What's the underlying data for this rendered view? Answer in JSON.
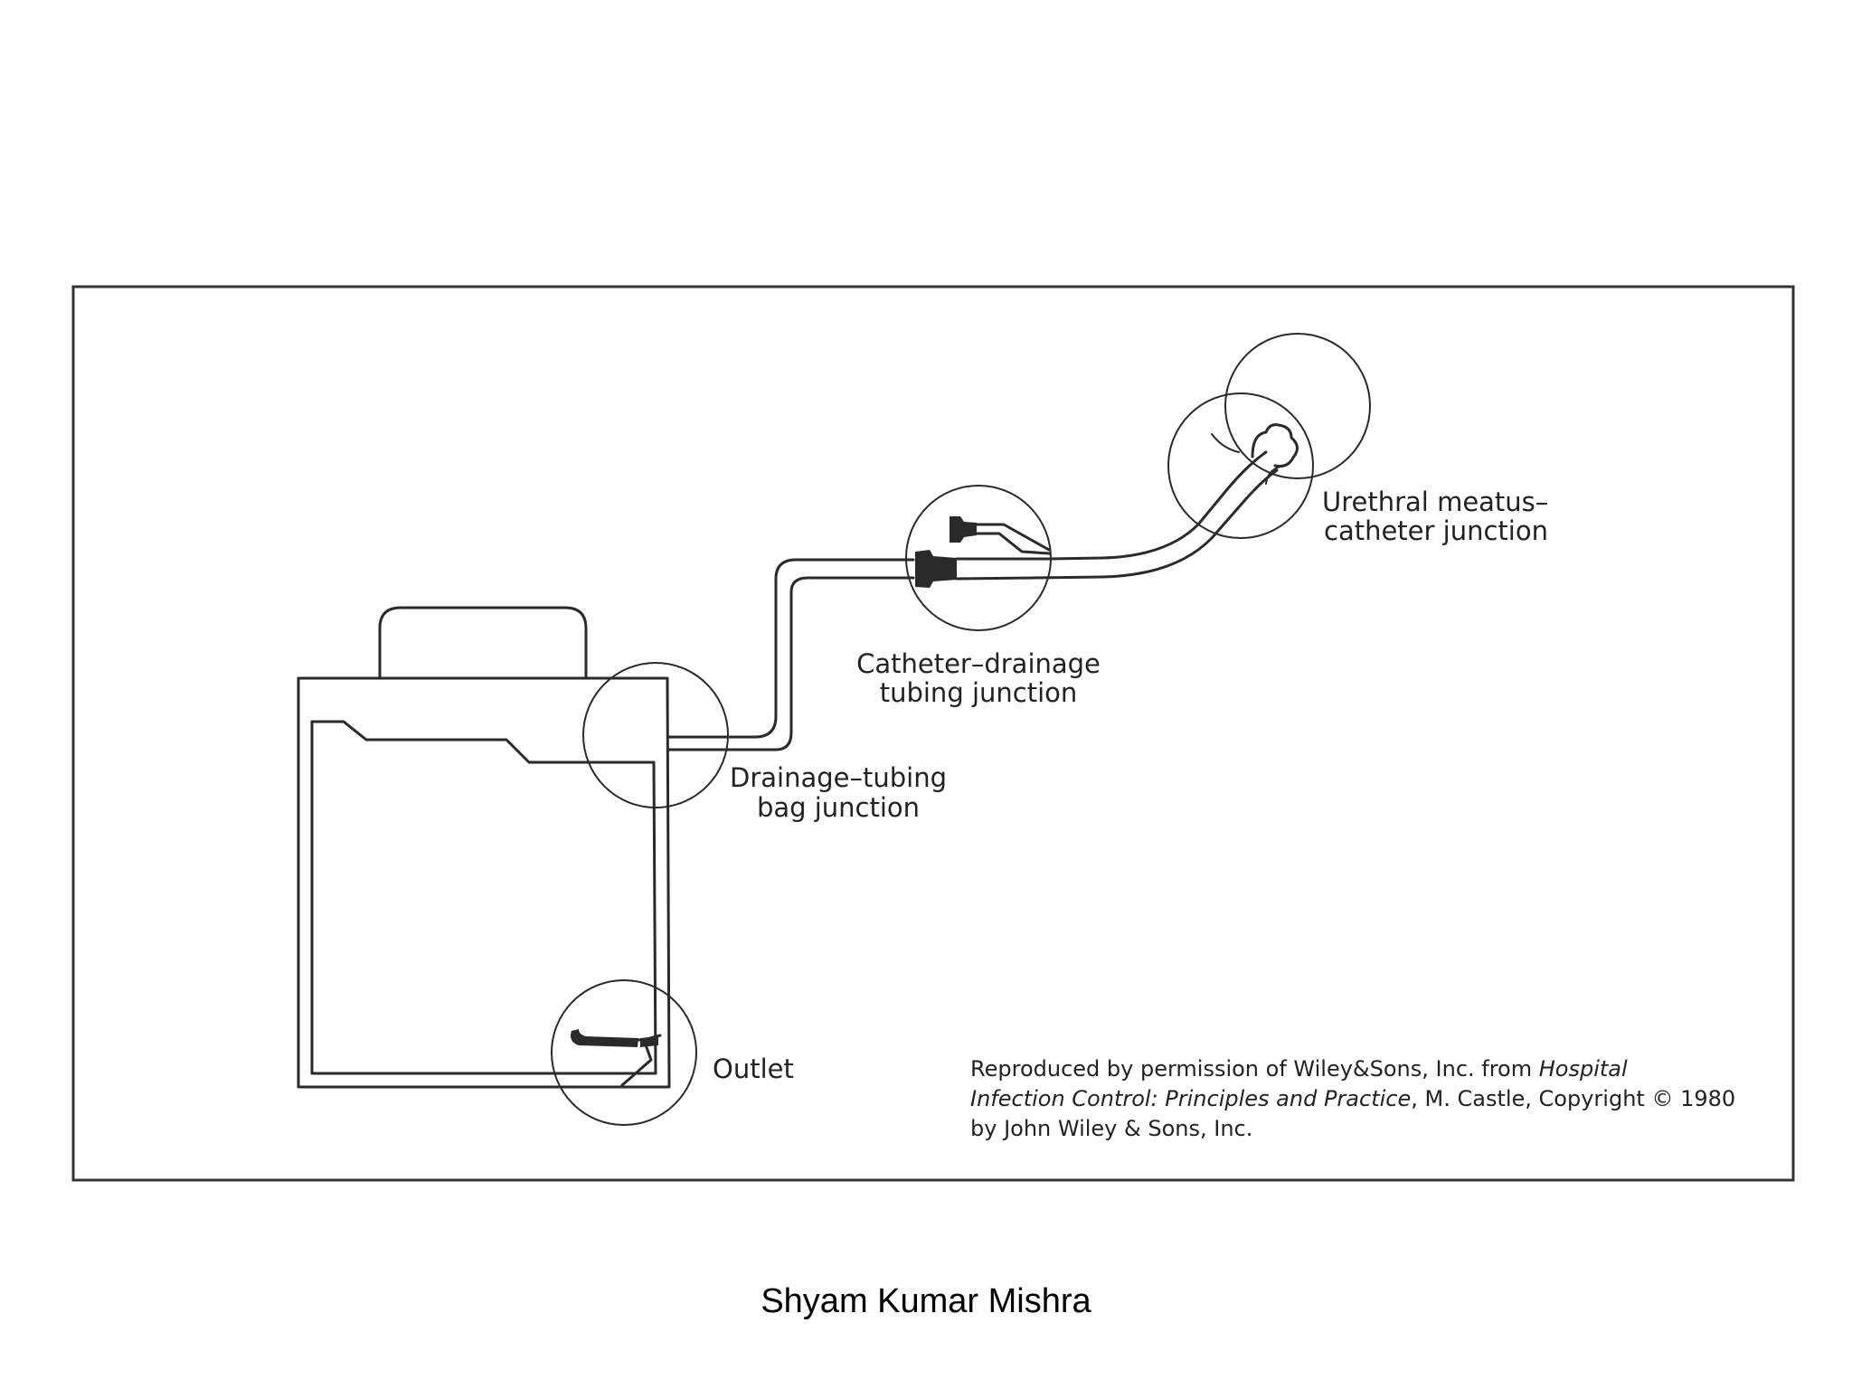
{
  "labels": {
    "urethral_line1": "Urethral meatus–",
    "urethral_line2": "catheter junction",
    "catheter_line1": "Catheter–drainage",
    "catheter_line2": "tubing junction",
    "drainage_line1": "Drainage–tubing",
    "drainage_line2": "bag junction",
    "outlet": "Outlet"
  },
  "credit": {
    "line1_prefix": "Reproduced by permission of Wiley&Sons, Inc. from ",
    "line1_italic": "Hospital",
    "line2_italic": "Infection Control: Principles and Practice",
    "line2_suffix": ", M. Castle, Copyright © 1980",
    "line3": "by John Wiley & Sons, Inc."
  },
  "author": "Shyam Kumar Mishra",
  "colors": {
    "line": "#2a2a2a",
    "text": "#222222",
    "background": "#ffffff"
  }
}
